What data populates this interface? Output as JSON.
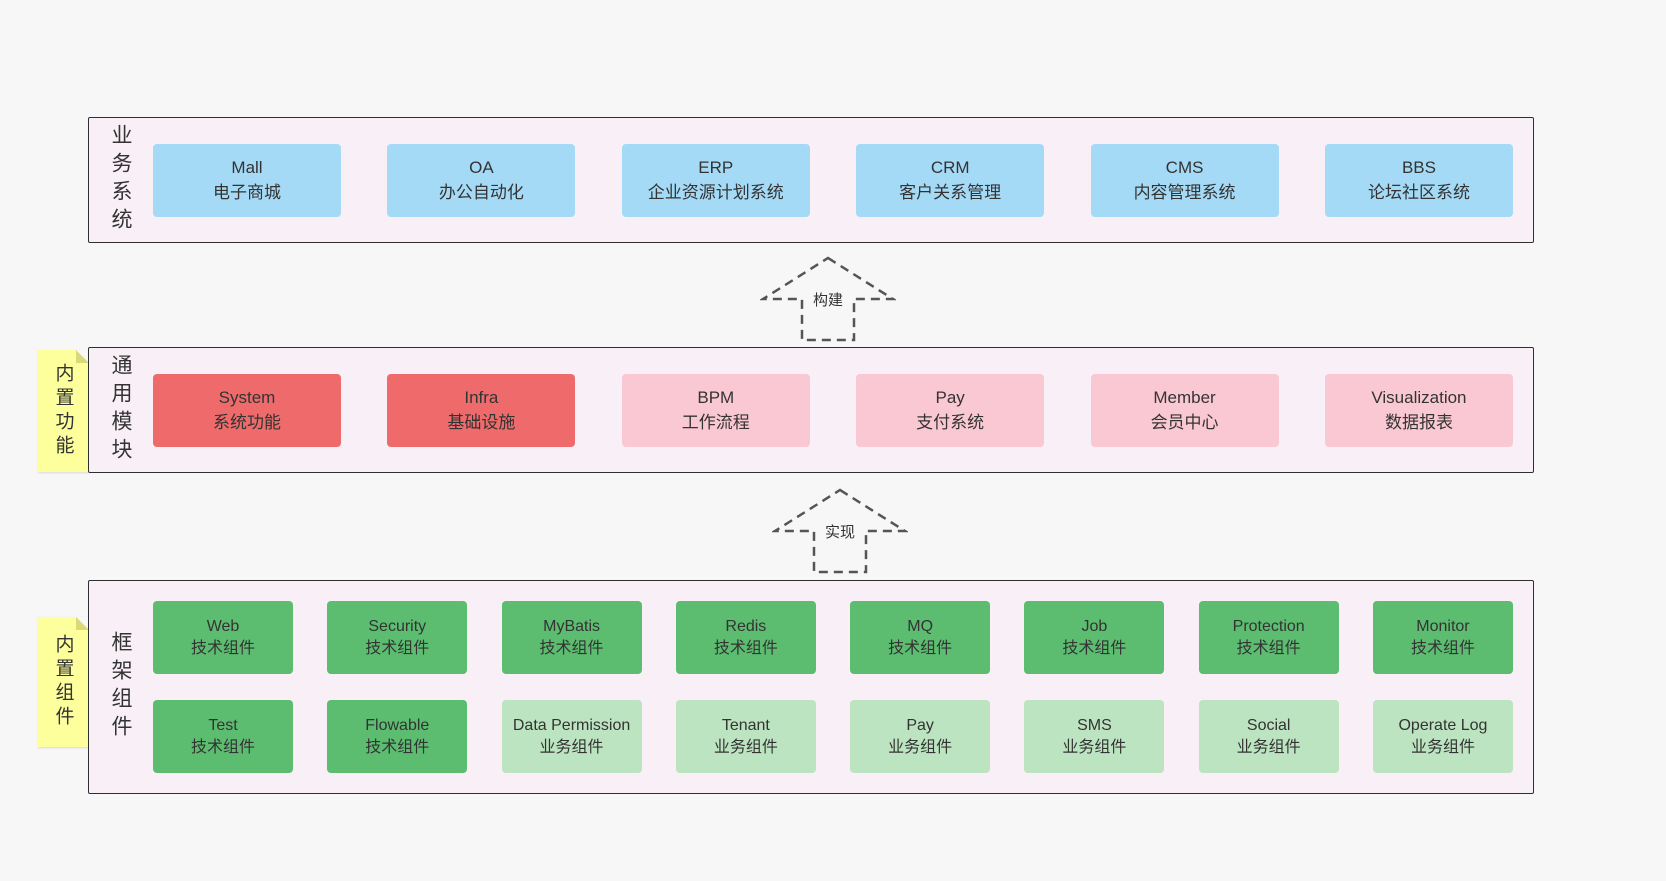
{
  "colors": {
    "page-bg": "#f7f7f7",
    "container-bg": "#f9f0f7",
    "blue": "#a5daf6",
    "red": "#ef6b6b",
    "pink": "#fac8d3",
    "green-dark": "#5cbd70",
    "green-light": "#bce4c0",
    "yellow": "#fdff9d",
    "text": "#333333"
  },
  "sections": {
    "business": {
      "label": "业务系统",
      "items": [
        {
          "title": "Mall",
          "subtitle": "电子商城"
        },
        {
          "title": "OA",
          "subtitle": "办公自动化"
        },
        {
          "title": "ERP",
          "subtitle": "企业资源计划系统"
        },
        {
          "title": "CRM",
          "subtitle": "客户关系管理"
        },
        {
          "title": "CMS",
          "subtitle": "内容管理系统"
        },
        {
          "title": "BBS",
          "subtitle": "论坛社区系统"
        }
      ]
    },
    "arrow_build": {
      "label": "构建"
    },
    "modules": {
      "label": "通用模块",
      "sticky": "内置功能",
      "items": [
        {
          "title": "System",
          "subtitle": "系统功能"
        },
        {
          "title": "Infra",
          "subtitle": "基础设施"
        },
        {
          "title": "BPM",
          "subtitle": "工作流程"
        },
        {
          "title": "Pay",
          "subtitle": "支付系统"
        },
        {
          "title": "Member",
          "subtitle": "会员中心"
        },
        {
          "title": "Visualization",
          "subtitle": "数据报表"
        }
      ]
    },
    "arrow_implement": {
      "label": "实现"
    },
    "components": {
      "label": "框架组件",
      "sticky": "内置组件",
      "rows": [
        [
          {
            "title": "Web",
            "subtitle": "技术组件"
          },
          {
            "title": "Security",
            "subtitle": "技术组件"
          },
          {
            "title": "MyBatis",
            "subtitle": "技术组件"
          },
          {
            "title": "Redis",
            "subtitle": "技术组件"
          },
          {
            "title": "MQ",
            "subtitle": "技术组件"
          },
          {
            "title": "Job",
            "subtitle": "技术组件"
          },
          {
            "title": "Protection",
            "subtitle": "技术组件"
          },
          {
            "title": "Monitor",
            "subtitle": "技术组件"
          }
        ],
        [
          {
            "title": "Test",
            "subtitle": "技术组件"
          },
          {
            "title": "Flowable",
            "subtitle": "技术组件"
          },
          {
            "title": "Data Permission",
            "subtitle": "业务组件"
          },
          {
            "title": "Tenant",
            "subtitle": "业务组件"
          },
          {
            "title": "Pay",
            "subtitle": "业务组件"
          },
          {
            "title": "SMS",
            "subtitle": "业务组件"
          },
          {
            "title": "Social",
            "subtitle": "业务组件"
          },
          {
            "title": "Operate Log",
            "subtitle": "业务组件"
          }
        ]
      ]
    }
  }
}
